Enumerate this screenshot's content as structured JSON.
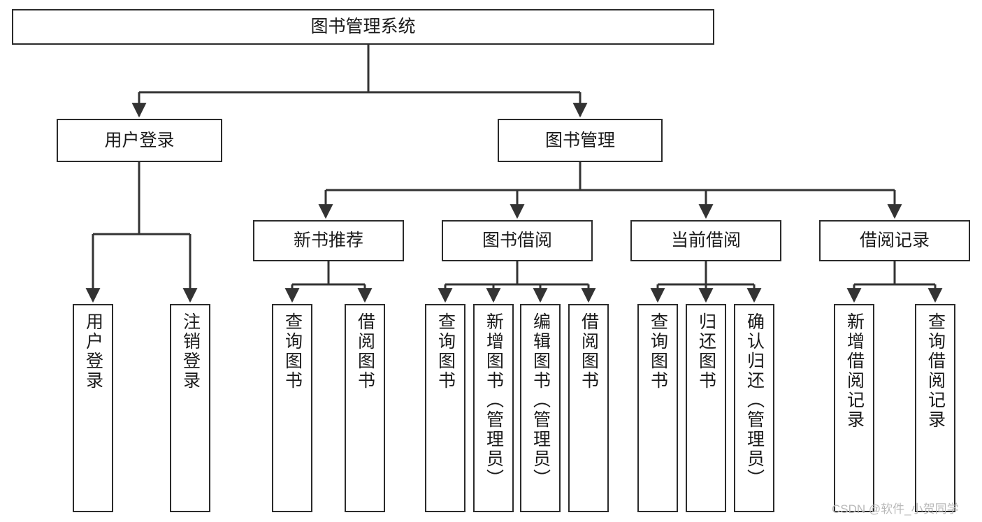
{
  "diagram": {
    "type": "hierarchy-tree",
    "title": "图书管理系统",
    "watermark": "CSDN @软件_小贺同学",
    "colors": {
      "box_stroke": "#2b2b2b",
      "box_fill": "#ffffff",
      "connector": "#333333",
      "text": "#1a1a1a",
      "watermark": "#b9b9b9",
      "background": "#ffffff"
    },
    "levels": {
      "root": {
        "label": "图书管理系统"
      },
      "level2": [
        {
          "label": "用户登录"
        },
        {
          "label": "图书管理"
        }
      ],
      "level3": [
        {
          "label": "新书推荐"
        },
        {
          "label": "图书借阅"
        },
        {
          "label": "当前借阅"
        },
        {
          "label": "借阅记录"
        }
      ],
      "leaves": {
        "user_login": [
          {
            "label": "用户登录"
          },
          {
            "label": "注销登录"
          }
        ],
        "new_book_recommend": [
          {
            "label": "查询图书"
          },
          {
            "label": "借阅图书"
          }
        ],
        "book_borrow": [
          {
            "label": "查询图书"
          },
          {
            "label": "新增图书（管理员）"
          },
          {
            "label": "编辑图书（管理员）"
          },
          {
            "label": "借阅图书"
          }
        ],
        "current_borrow": [
          {
            "label": "查询图书"
          },
          {
            "label": "归还图书"
          },
          {
            "label": "确认归还（管理员）"
          }
        ],
        "borrow_record": [
          {
            "label": "新增借阅记录"
          },
          {
            "label": "查询借阅记录"
          }
        ]
      }
    }
  }
}
